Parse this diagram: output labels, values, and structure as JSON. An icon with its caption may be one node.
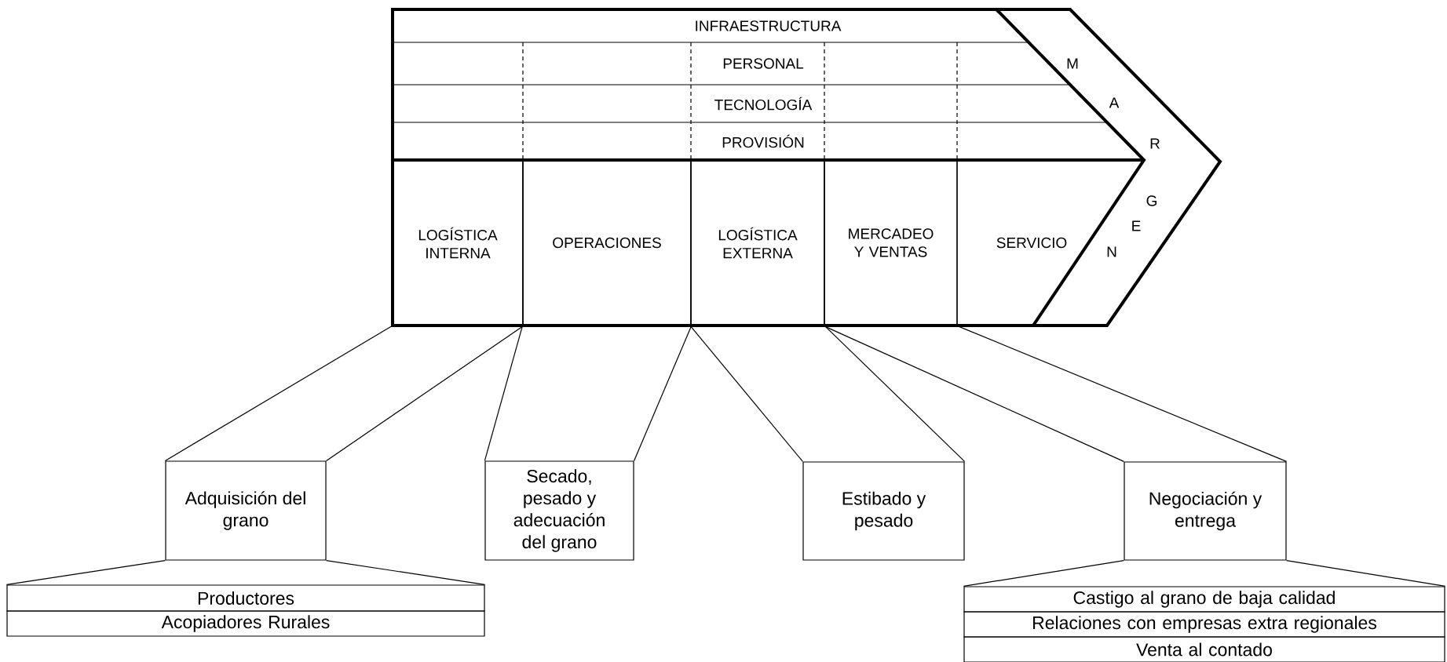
{
  "diagram": {
    "nodes": [
      {
        "text": [
          "INFRAESTRUCTURA"
        ]
      },
      {
        "text": [
          "PERSONAL"
        ]
      },
      {
        "text": [
          "TECNOLOGÍA"
        ]
      },
      {
        "text": [
          "PROVISIÓN"
        ]
      },
      {
        "text": [
          "LOGÍSTICA INTERNA"
        ]
      },
      {
        "text": [
          "OPERACIONES"
        ]
      },
      {
        "text": [
          "LOGÍSTICA EXTERNA"
        ]
      },
      {
        "text": [
          "MERCADEO Y VENTAS"
        ]
      },
      {
        "text": [
          "SERVICIO"
        ]
      },
      {
        "text": [
          "M",
          "A",
          "R",
          "G",
          "E",
          "N"
        ]
      },
      {
        "text": [
          "Adquisición del grano"
        ]
      },
      {
        "text": [
          "Secado, pesado y adecuación del grano"
        ]
      },
      {
        "text": [
          "Estibado y pesado"
        ]
      },
      {
        "text": [
          "Negociación y entrega"
        ]
      },
      {
        "text": [
          "Productores"
        ]
      },
      {
        "text": [
          "Acopiadores Rurales"
        ]
      },
      {
        "text": [
          "Castigo al grano de baja calidad"
        ]
      },
      {
        "text": [
          "Relaciones con empresas extra regionales"
        ]
      },
      {
        "text": [
          "Venta al contado"
        ]
      }
    ],
    "edges": [
      {
        "from": 4,
        "to": 10,
        "arrow": "none"
      },
      {
        "from": 4,
        "to": 10,
        "arrow": "none"
      },
      {
        "from": 5,
        "to": 11,
        "arrow": "none"
      },
      {
        "from": 5,
        "to": 11,
        "arrow": "none"
      },
      {
        "from": 6,
        "to": 12,
        "arrow": "none"
      },
      {
        "from": 6,
        "to": 12,
        "arrow": "none"
      },
      {
        "from": 7,
        "to": 13,
        "arrow": "none"
      },
      {
        "from": 7,
        "to": 13,
        "arrow": "none"
      },
      {
        "from": 10,
        "to": 14,
        "arrow": "none"
      },
      {
        "from": 10,
        "to": 14,
        "arrow": "none"
      },
      {
        "from": 13,
        "to": 16,
        "arrow": "none"
      },
      {
        "from": 13,
        "to": 16,
        "arrow": "none"
      }
    ]
  }
}
